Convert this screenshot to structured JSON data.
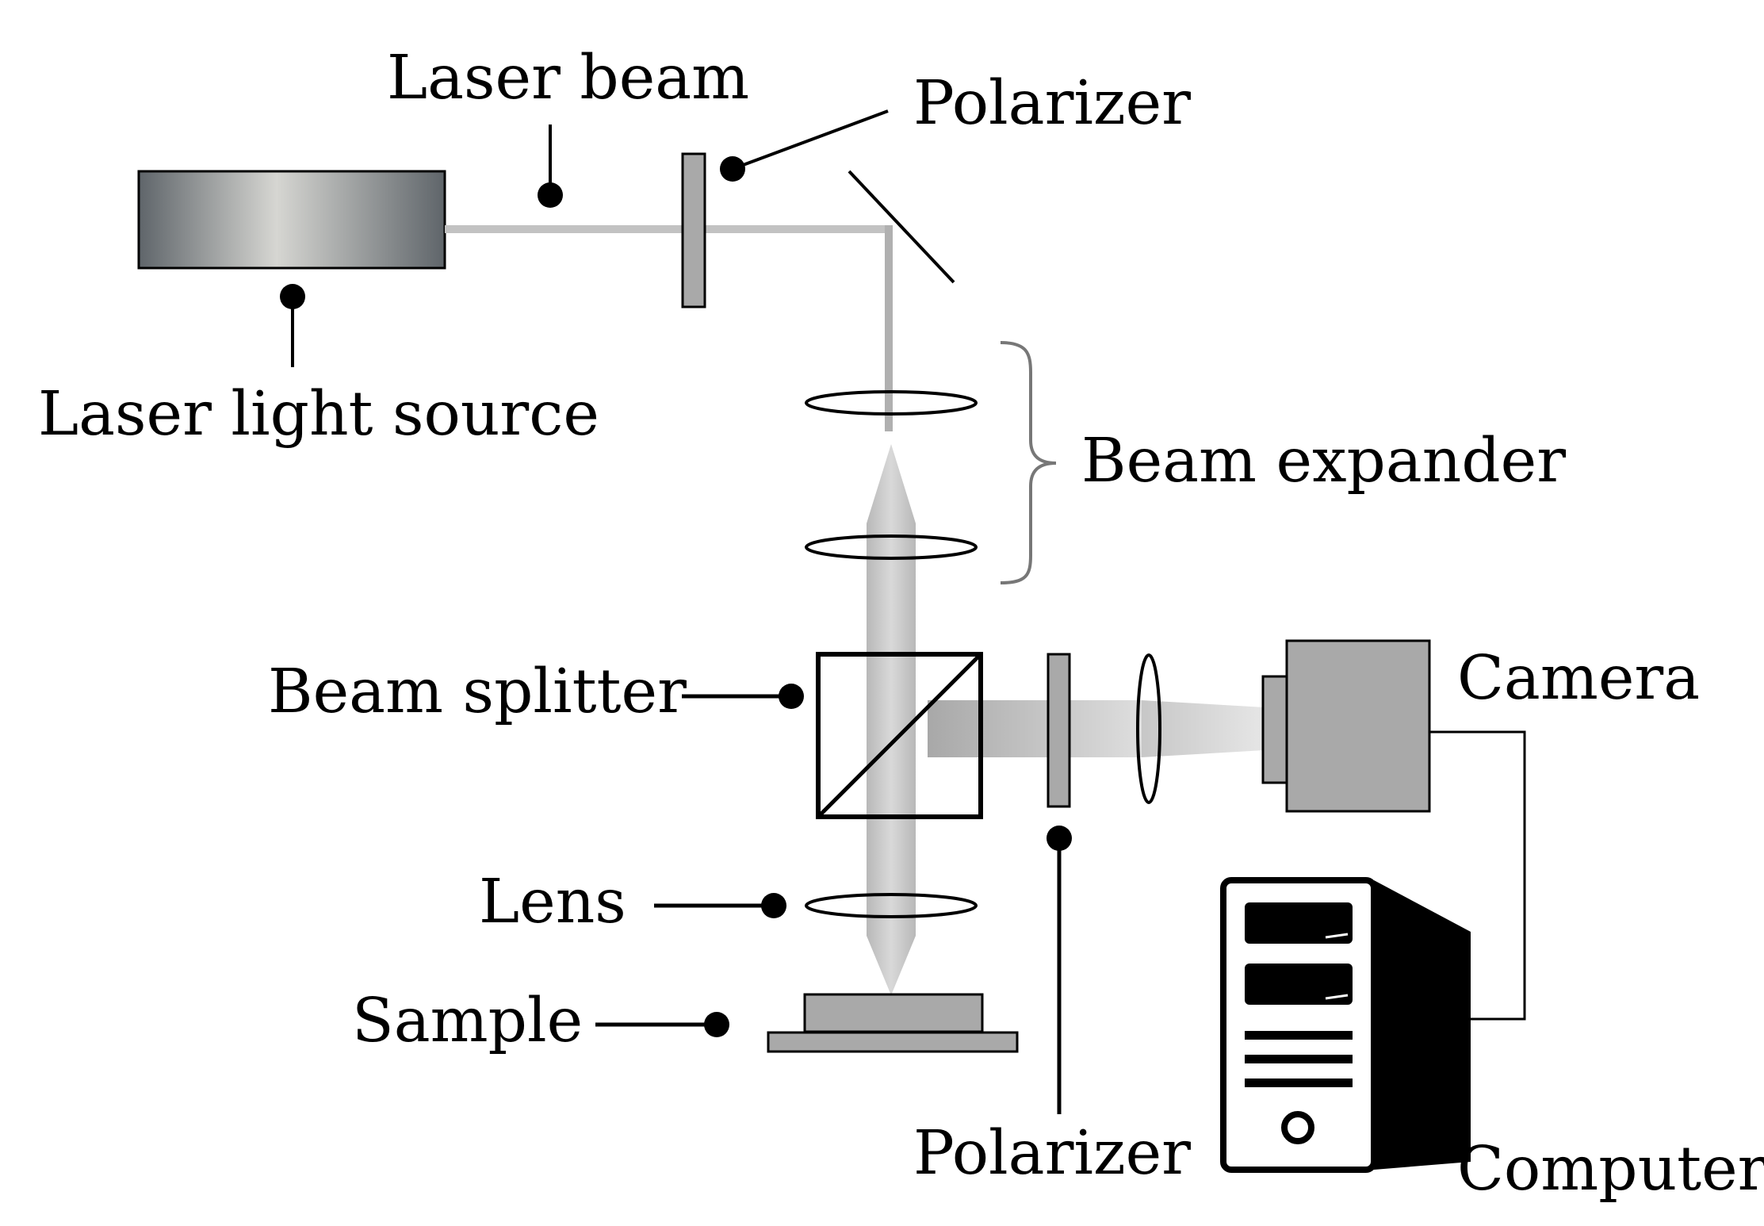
{
  "labels": {
    "laser_beam": "Laser beam",
    "polarizer_top": "Polarizer",
    "laser_light_source": "Laser light source",
    "beam_expander": "Beam expander",
    "beam_splitter": "Beam splitter",
    "camera": "Camera",
    "lens": "Lens",
    "sample": "Sample",
    "polarizer_bottom": "Polarizer",
    "computer": "Computer"
  },
  "colors": {
    "ink": "#000000",
    "component_gray": "#a9a9a9",
    "beam_gray": "#c0c0c0",
    "laser_body_dark": "#5f656a",
    "laser_body_light": "#d6d6d2"
  }
}
